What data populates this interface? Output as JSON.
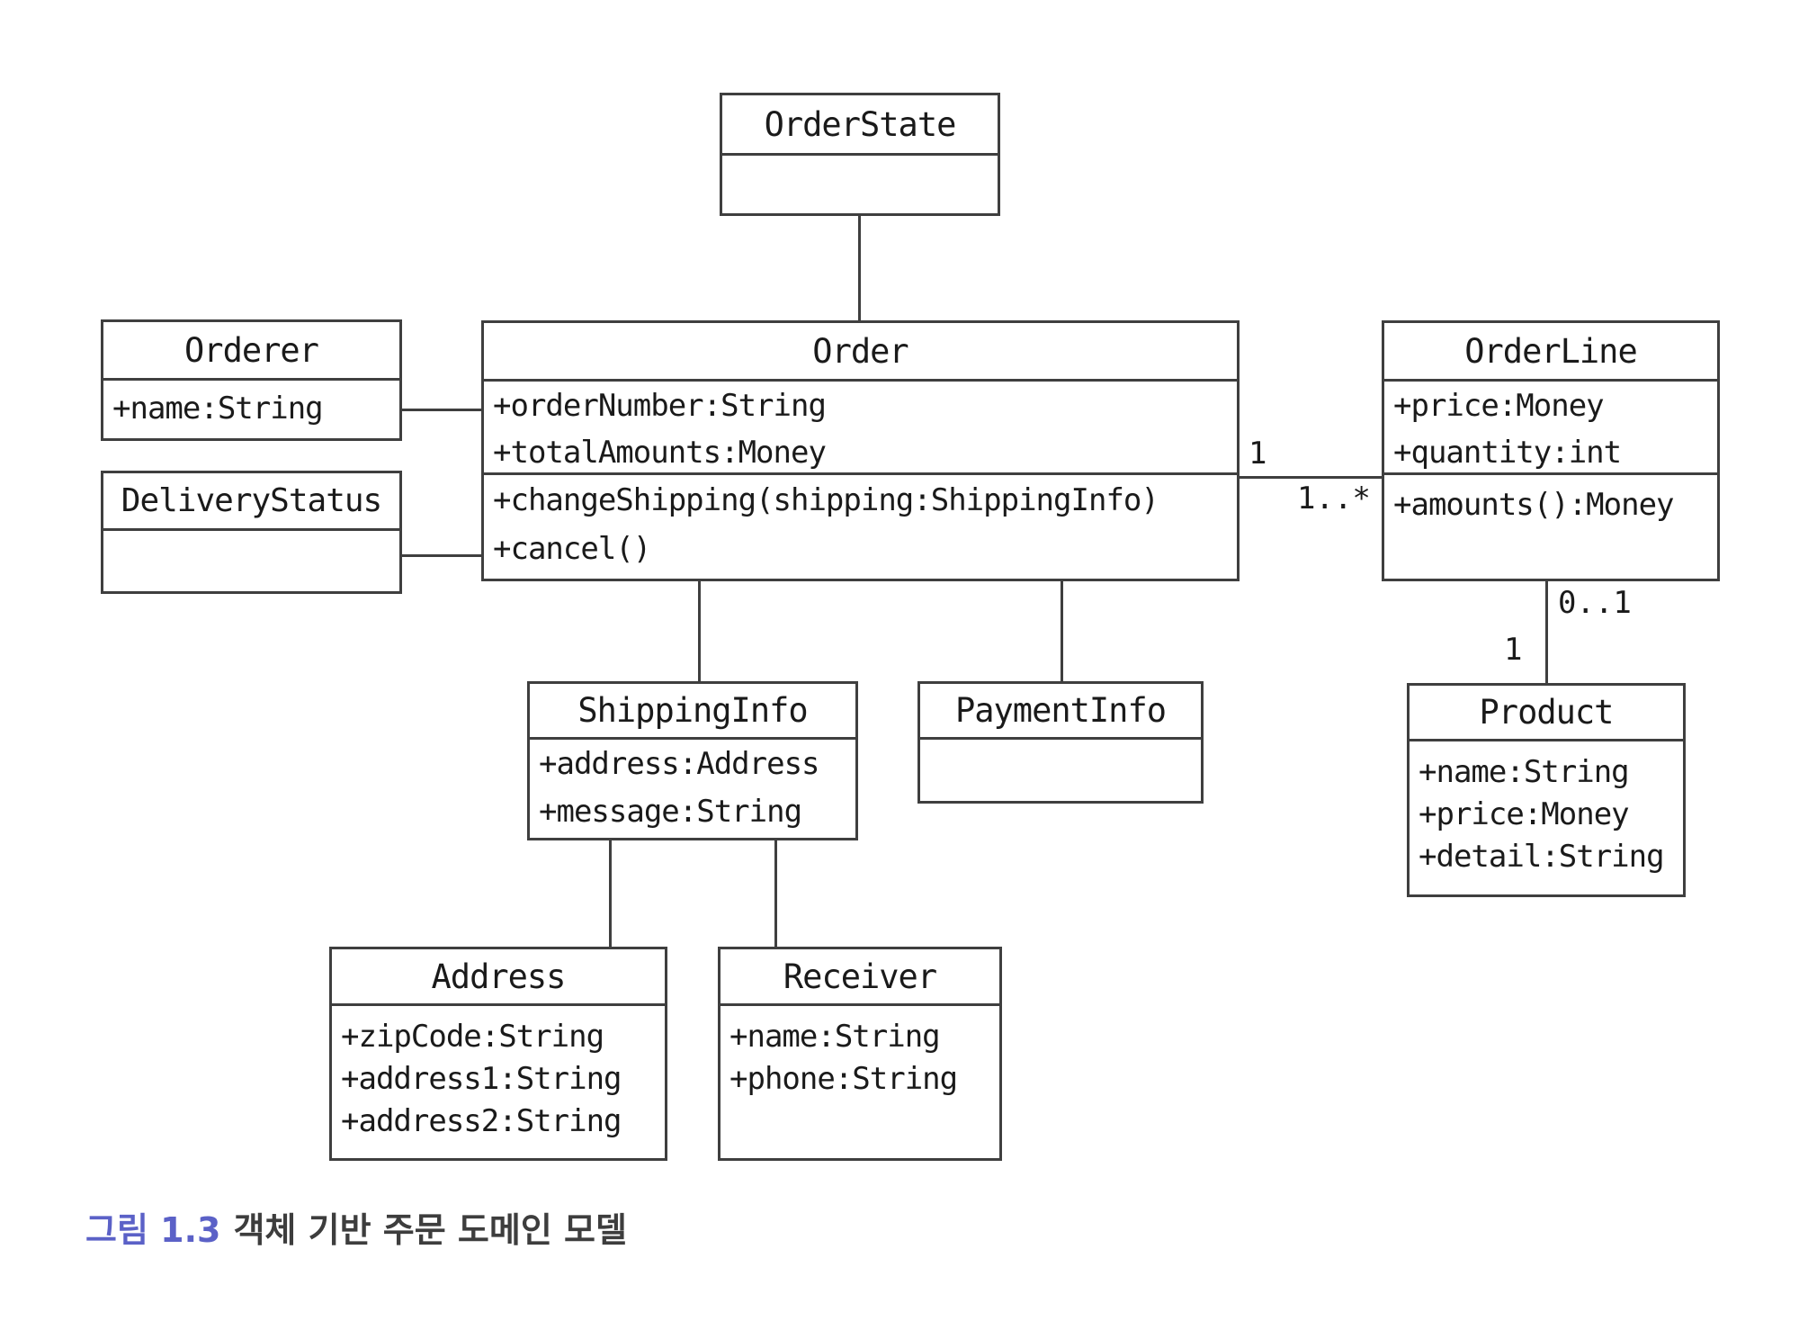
{
  "diagram": {
    "classes": {
      "order_state": {
        "name": "OrderState",
        "attributes": [],
        "methods": []
      },
      "orderer": {
        "name": "Orderer",
        "attributes": [
          "+name:String"
        ],
        "methods": []
      },
      "delivery_status": {
        "name": "DeliveryStatus",
        "attributes": [],
        "methods": []
      },
      "order": {
        "name": "Order",
        "attributes": [
          "+orderNumber:String",
          "+totalAmounts:Money"
        ],
        "methods": [
          "+changeShipping(shipping:ShippingInfo)",
          "+cancel()"
        ]
      },
      "order_line": {
        "name": "OrderLine",
        "attributes": [
          "+price:Money",
          "+quantity:int"
        ],
        "methods": [
          "+amounts():Money"
        ]
      },
      "shipping_info": {
        "name": "ShippingInfo",
        "attributes": [
          "+address:Address",
          "+message:String"
        ],
        "methods": []
      },
      "payment_info": {
        "name": "PaymentInfo",
        "attributes": [],
        "methods": []
      },
      "product": {
        "name": "Product",
        "attributes": [
          "+name:String",
          "+price:Money",
          "+detail:String"
        ],
        "methods": []
      },
      "address": {
        "name": "Address",
        "attributes": [
          "+zipCode:String",
          "+address1:String",
          "+address2:String"
        ],
        "methods": []
      },
      "receiver": {
        "name": "Receiver",
        "attributes": [
          "+name:String",
          "+phone:String"
        ],
        "methods": []
      }
    },
    "associations": [
      {
        "from": "OrderState",
        "to": "Order"
      },
      {
        "from": "Orderer",
        "to": "Order"
      },
      {
        "from": "DeliveryStatus",
        "to": "Order"
      },
      {
        "from": "Order",
        "to": "OrderLine",
        "from_multiplicity": "1",
        "to_multiplicity": "1..*"
      },
      {
        "from": "Order",
        "to": "ShippingInfo"
      },
      {
        "from": "Order",
        "to": "PaymentInfo"
      },
      {
        "from": "OrderLine",
        "to": "Product",
        "from_multiplicity": "0..1",
        "to_multiplicity": "1"
      },
      {
        "from": "ShippingInfo",
        "to": "Address"
      },
      {
        "from": "ShippingInfo",
        "to": "Receiver"
      }
    ],
    "multiplicities": {
      "order_side": "1",
      "orderline_side": "1..*",
      "orderline_bottom": "0..1",
      "product_side": "1"
    },
    "caption": {
      "label": "그림 1.3",
      "text": "객체 기반 주문 도메인 모델"
    }
  },
  "colors": {
    "background": "#ffffff",
    "line": "#3f3f3f",
    "text": "#1a1a1a",
    "caption_label": "#5b61c7",
    "caption_text": "#3d3d3d"
  }
}
